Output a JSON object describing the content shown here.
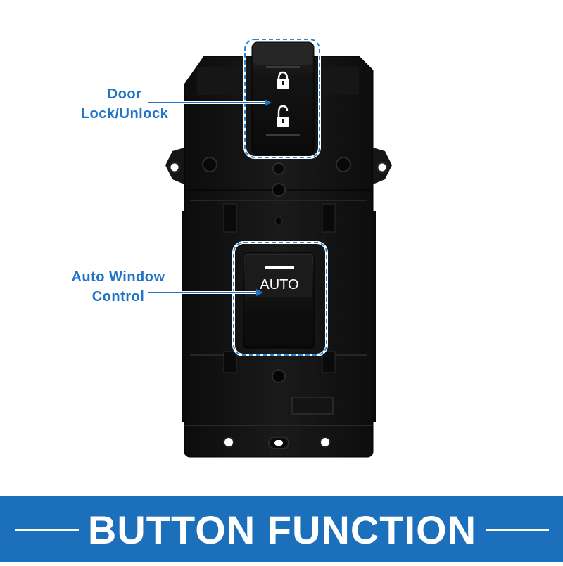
{
  "callouts": {
    "door_line1": "Door",
    "door_line2": "Lock/Unlock",
    "window_line1": "Auto Window",
    "window_line2": "Control"
  },
  "switch": {
    "auto_label": "AUTO",
    "lock_icon": "lock-closed-icon",
    "unlock_icon": "lock-open-icon"
  },
  "banner": {
    "title": "BUTTON FUNCTION"
  },
  "colors": {
    "accent": "#1f74c8",
    "banner": "#1c6fbb",
    "dashed": "#2a86d4",
    "housing": "#111111"
  }
}
